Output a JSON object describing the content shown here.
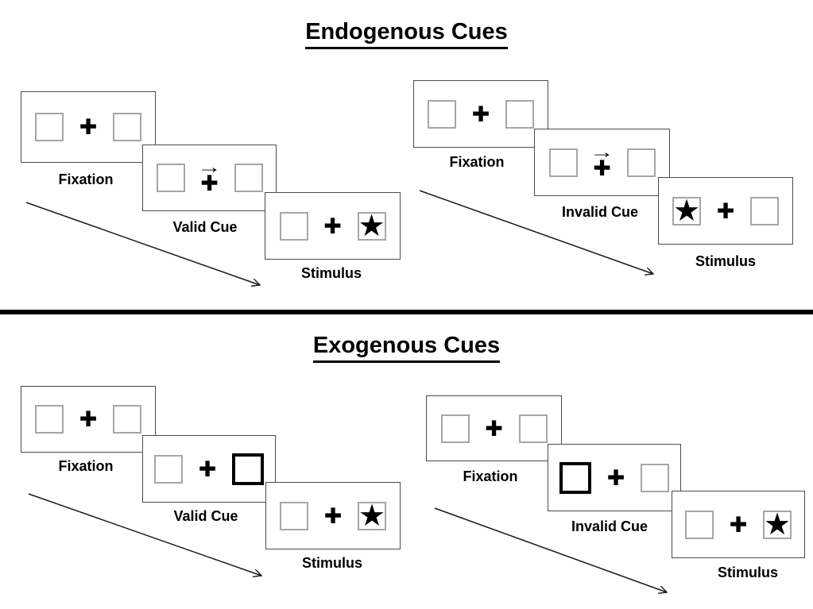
{
  "figure": {
    "background": "#ffffff",
    "ink_color": "#000000",
    "panel_border_color": "#4a4a4a",
    "box_border_color": "#a6a6a6"
  },
  "glyphs": {
    "plus": "✚",
    "star": "★",
    "cue_arrow": "→"
  },
  "sections": [
    {
      "title": "Endogenous Cues",
      "sequences": [
        {
          "condition": "valid",
          "cue_type": "central right-pointing arrow above fixation cross",
          "panels": [
            {
              "label": "Fixation",
              "left_box": "empty",
              "right_box": "empty"
            },
            {
              "label": "Valid Cue",
              "left_box": "empty",
              "right_box": "empty",
              "cue": "arrow-right-above-plus"
            },
            {
              "label": "Stimulus",
              "left_box": "empty",
              "right_box": "star"
            }
          ]
        },
        {
          "condition": "invalid",
          "cue_type": "central right-pointing arrow above fixation cross",
          "panels": [
            {
              "label": "Fixation",
              "left_box": "empty",
              "right_box": "empty"
            },
            {
              "label": "Invalid Cue",
              "left_box": "empty",
              "right_box": "empty",
              "cue": "arrow-right-above-plus"
            },
            {
              "label": "Stimulus",
              "left_box": "star",
              "right_box": "empty"
            }
          ]
        }
      ]
    },
    {
      "title": "Exogenous Cues",
      "sequences": [
        {
          "condition": "valid",
          "cue_type": "peripheral thick black box",
          "panels": [
            {
              "label": "Fixation",
              "left_box": "empty",
              "right_box": "empty"
            },
            {
              "label": "Valid Cue",
              "left_box": "empty",
              "right_box": "thick-box"
            },
            {
              "label": "Stimulus",
              "left_box": "empty",
              "right_box": "star"
            }
          ]
        },
        {
          "condition": "invalid",
          "cue_type": "peripheral thick black box",
          "panels": [
            {
              "label": "Fixation",
              "left_box": "empty",
              "right_box": "empty"
            },
            {
              "label": "Invalid Cue",
              "left_box": "thick-box",
              "right_box": "empty"
            },
            {
              "label": "Stimulus",
              "left_box": "empty",
              "right_box": "star"
            }
          ]
        }
      ]
    }
  ]
}
